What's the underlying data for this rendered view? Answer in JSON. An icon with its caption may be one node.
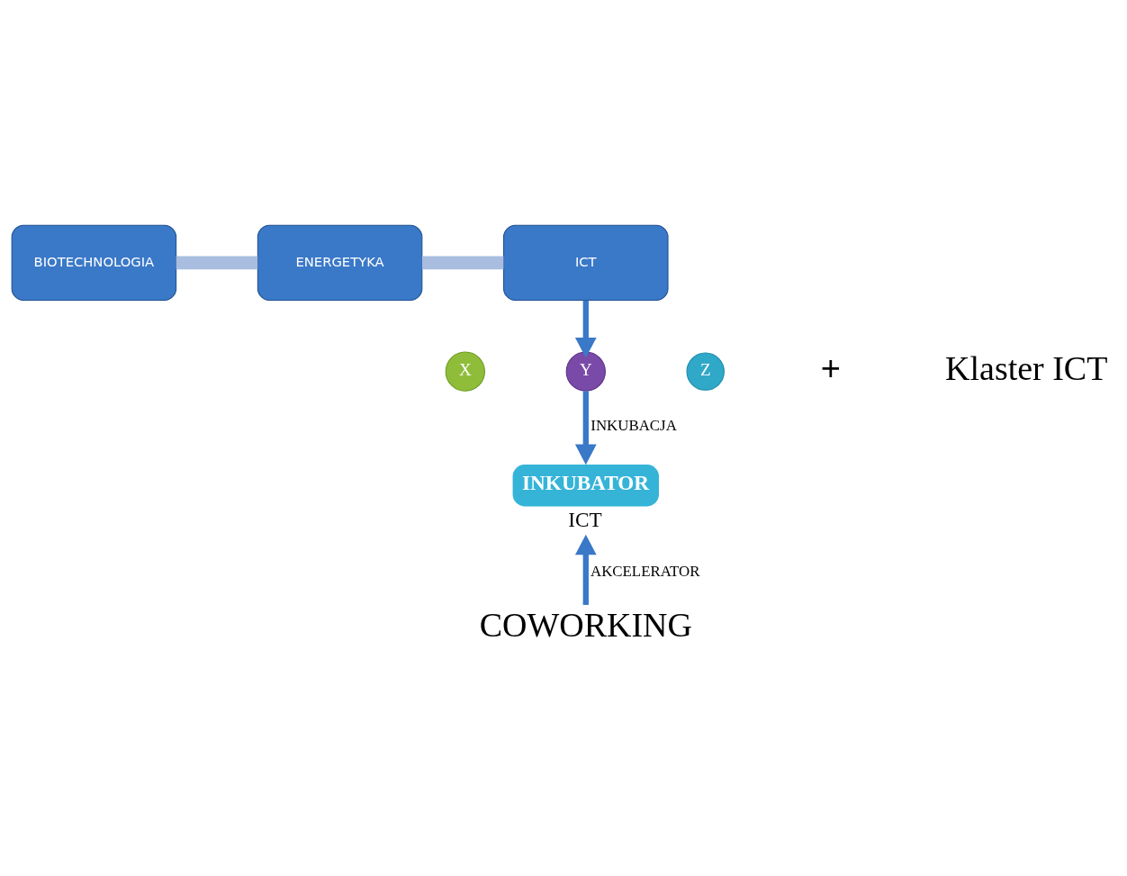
{
  "diagram": {
    "nodes": [
      {
        "text": [
          "BIOTECHNOLOGIA"
        ]
      },
      {
        "text": [
          "ENERGETYKA"
        ]
      },
      {
        "text": [
          "ICT"
        ]
      },
      {
        "text": [
          "X"
        ]
      },
      {
        "text": [
          "Y"
        ]
      },
      {
        "text": [
          "Z"
        ]
      },
      {
        "text": [
          "Klaster ICT"
        ]
      },
      {
        "text": [
          "INKUBATOR"
        ],
        "beside": [
          "ICT"
        ]
      },
      {
        "text": [
          "COWORKING"
        ]
      }
    ],
    "edges": [
      {
        "from": 0,
        "to": 1,
        "arrow": "none",
        "style": "thick",
        "color": "#a8bde0"
      },
      {
        "from": 1,
        "to": 2,
        "arrow": "none",
        "style": "thick",
        "color": "#a8bde0"
      },
      {
        "from": 2,
        "to": 4,
        "arrow": "to"
      },
      {
        "from": 4,
        "to": 7,
        "label": "INKUBACJA",
        "arrow": "to"
      },
      {
        "from": 8,
        "to": 7,
        "label": "AKCELERATOR",
        "arrow": "to"
      }
    ],
    "labels": [
      "+"
    ]
  }
}
